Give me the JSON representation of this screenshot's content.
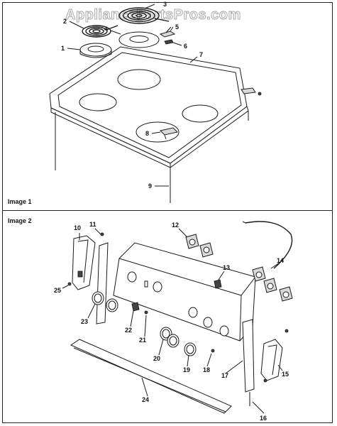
{
  "watermark": "AppliancePartsPros.com",
  "panels": {
    "image1_label": "Image 1",
    "image2_label": "Image 2"
  },
  "callouts": {
    "image1": [
      "1",
      "2",
      "3",
      "4",
      "5",
      "6",
      "7",
      "8",
      "9"
    ],
    "image2": [
      "10",
      "11",
      "12",
      "13",
      "14",
      "15",
      "16",
      "17",
      "18",
      "19",
      "20",
      "21",
      "22",
      "23",
      "24",
      "25"
    ]
  }
}
